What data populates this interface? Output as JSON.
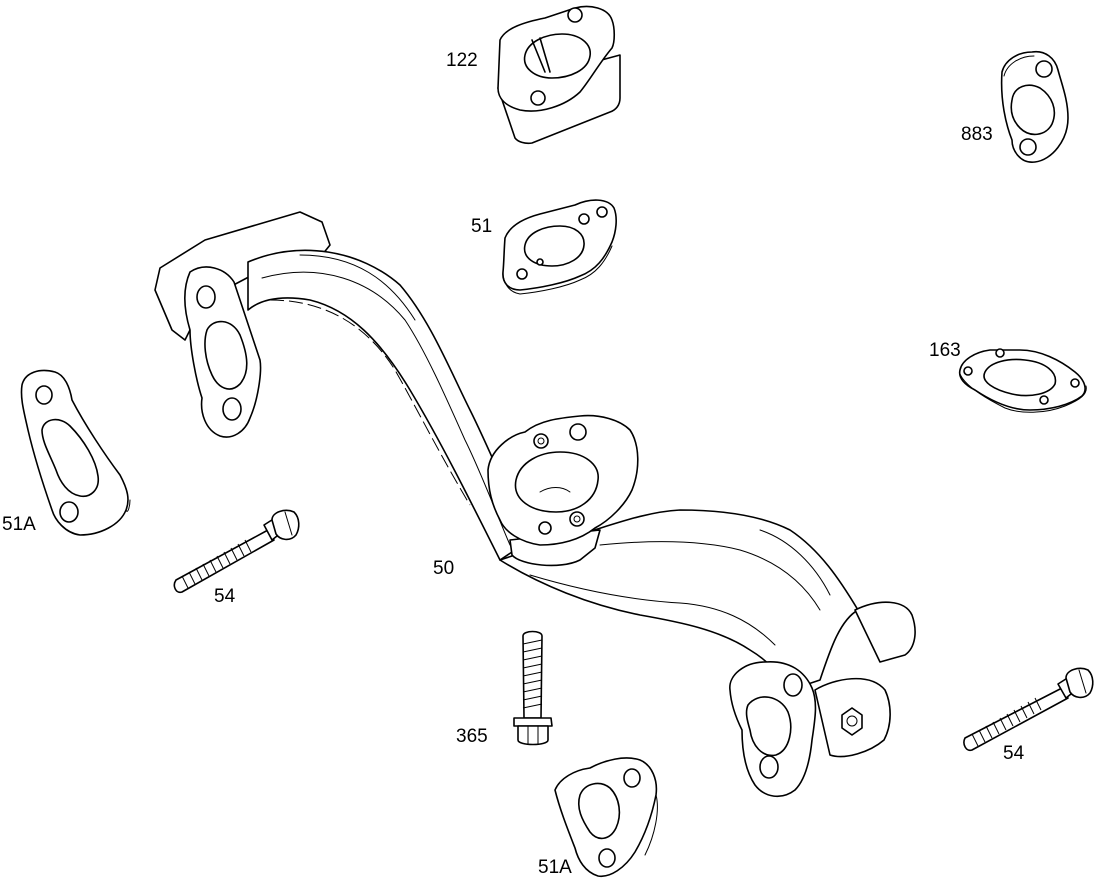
{
  "parts": [
    {
      "id": "p122",
      "label": "122",
      "icon": "carburetor-spacer-icon"
    },
    {
      "id": "p883",
      "label": "883",
      "icon": "gasket-icon"
    },
    {
      "id": "p51",
      "label": "51",
      "icon": "carburetor-gasket-icon"
    },
    {
      "id": "p163",
      "label": "163",
      "icon": "gasket-icon"
    },
    {
      "id": "p51a_left",
      "label": "51A",
      "icon": "exhaust-gasket-icon"
    },
    {
      "id": "p54_left",
      "label": "54",
      "icon": "bolt-icon"
    },
    {
      "id": "p50",
      "label": "50",
      "icon": "intake-manifold-icon"
    },
    {
      "id": "p365",
      "label": "365",
      "icon": "bolt-icon"
    },
    {
      "id": "p54_right",
      "label": "54",
      "icon": "bolt-icon"
    },
    {
      "id": "p51a_bottom",
      "label": "51A",
      "icon": "exhaust-gasket-icon"
    }
  ]
}
